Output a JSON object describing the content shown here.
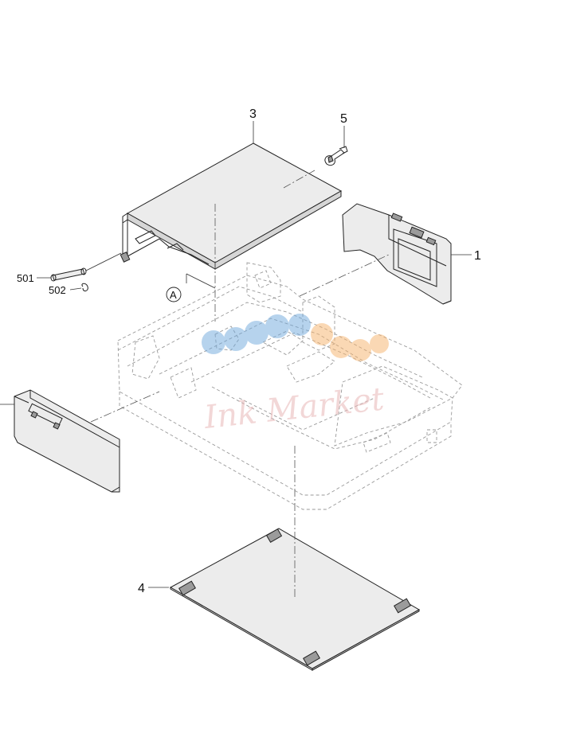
{
  "diagram": {
    "callouts": {
      "c1": "1",
      "c3": "3",
      "c4": "4",
      "c5": "5",
      "c501": "501",
      "c502": "502",
      "cA": "A"
    },
    "watermark": "Ink Market",
    "colors": {
      "line": "#222222",
      "ghost": "#9a9a9a",
      "watermark_blue": "#6fa8dc",
      "watermark_orange": "#f6b26b",
      "watermark_pink": "#e9b7b7"
    }
  }
}
